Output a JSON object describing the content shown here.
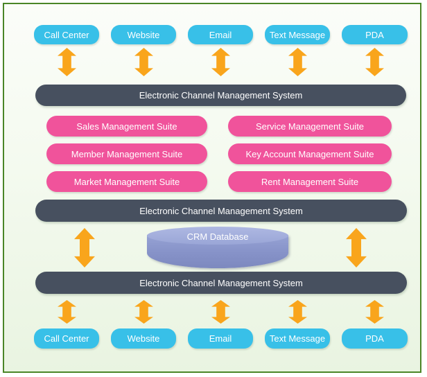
{
  "diagram": {
    "channels_top": [
      "Call Center",
      "Website",
      "Email",
      "Text Message",
      "PDA"
    ],
    "channels_bottom": [
      "Call Center",
      "Website",
      "Email",
      "Text Message",
      "PDA"
    ],
    "bars": {
      "top": "Electronic Channel Management System",
      "middle": "Electronic Channel Management System",
      "bottom": "Electronic Channel Management System"
    },
    "suites_left": [
      "Sales Management Suite",
      "Member Management Suite",
      "Market Management Suite"
    ],
    "suites_right": [
      "Service Management Suite",
      "Key Account Management Suite",
      "Rent Management Suite"
    ],
    "database_label": "CRM Database",
    "colors": {
      "channel_box": "#38c0e8",
      "suite_box": "#f0539b",
      "bar": "#47505f",
      "arrow": "#f9a51c",
      "database_top": "#a6b1dc",
      "database_body": "#8692c8",
      "frame_border": "#4a8527",
      "label_text": "#ffffff"
    }
  }
}
